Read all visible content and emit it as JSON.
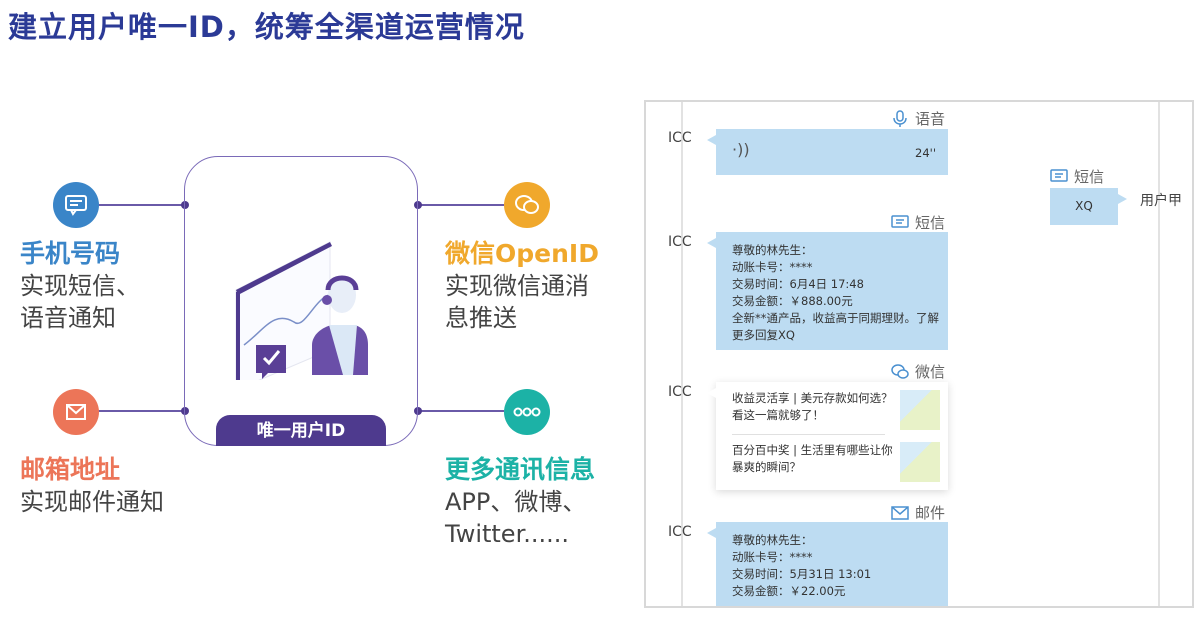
{
  "title": "建立用户唯一ID，统筹全渠道运营情况",
  "center": {
    "badge": "唯一用户ID"
  },
  "channels": [
    {
      "head": "手机号码",
      "desc1": "实现短信、",
      "desc2": "语音通知",
      "color": "#3a85c8",
      "icon": "message-icon"
    },
    {
      "head": "邮箱地址",
      "desc1": "实现邮件通知",
      "desc2": "",
      "color": "#ec7558",
      "icon": "mail-icon"
    },
    {
      "head": "微信OpenID",
      "desc1": "实现微信通消",
      "desc2": "息推送",
      "color": "#f0a82c",
      "icon": "wechat-icon"
    },
    {
      "head": "更多通讯信息",
      "desc1": "APP、微博、",
      "desc2": "Twitter......",
      "color": "#1cb2a6",
      "icon": "more-icon"
    }
  ],
  "panel": {
    "sender": "ICC",
    "voice": {
      "channel": "语音",
      "duration": "24''"
    },
    "sms": {
      "channel": "短信",
      "lines": [
        "尊敬的林先生：",
        "动账卡号：****",
        "交易时间：6月4日 17:48",
        "交易金额：￥888.00元",
        "全新**通产品，收益高于同期理财。了解",
        "更多回复XQ"
      ]
    },
    "wechat": {
      "channel": "微信",
      "articles": [
        "收益灵活享 | 美元存款如何选？看这一篇就够了！",
        "百分百中奖 | 生活里有哪些让你暴爽的瞬间？"
      ]
    },
    "mail": {
      "channel": "邮件",
      "lines": [
        "尊敬的林先生：",
        "动账卡号：****",
        "交易时间：5月31日 13:01",
        "交易金额：￥22.00元"
      ]
    },
    "reply": {
      "channel": "短信",
      "text": "XQ",
      "user": "用户甲"
    }
  }
}
